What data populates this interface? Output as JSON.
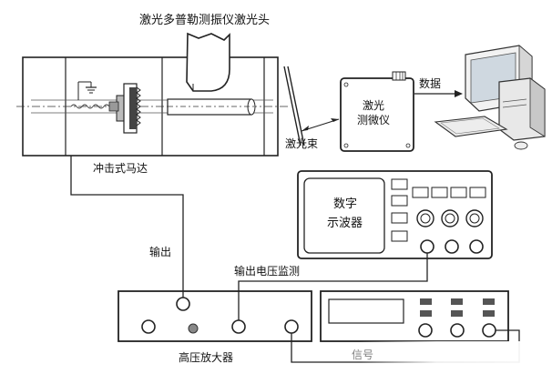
{
  "labels": {
    "vibrometer_head": "激光多普勒测振仪激光头",
    "laser_micrometer_line1": "激光",
    "laser_micrometer_line2": "测微仪",
    "data": "数据",
    "laser_beam": "激光束",
    "impact_motor": "冲击式马达",
    "oscilloscope_line1": "数字",
    "oscilloscope_line2": "示波器",
    "output": "输出",
    "output_voltage_monitor": "输出电压监测",
    "hv_amplifier": "高压放大器",
    "signal_generator_partial": "信号"
  }
}
